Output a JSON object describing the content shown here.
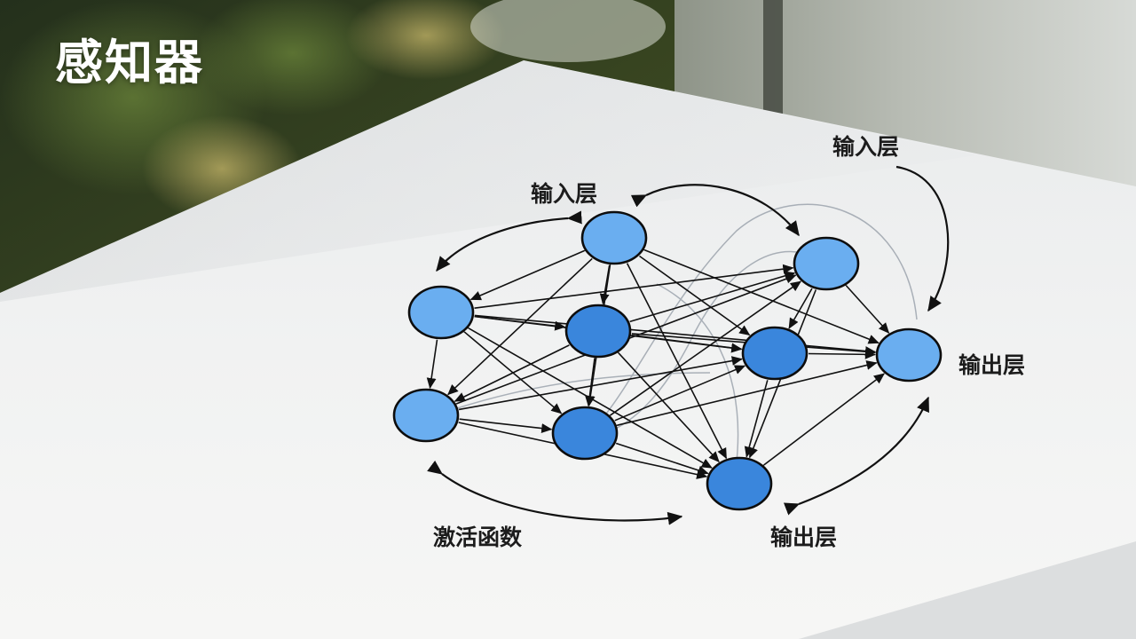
{
  "title": "感知器",
  "diagram": {
    "labels": {
      "input_top_left": "输入层",
      "input_top_right": "输入层",
      "output_right": "输出层",
      "output_bottom": "输出层",
      "activation": "激活函数"
    },
    "colors": {
      "node_light": "#6aaef0",
      "node_dark": "#3a86dc",
      "node_stroke": "#0d0d0d",
      "edge": "#111111"
    },
    "nodes": [
      "n1",
      "n2",
      "n3",
      "n4",
      "n5",
      "n6",
      "n7",
      "n8",
      "n9"
    ],
    "edges": [
      [
        "n1",
        "n2"
      ],
      [
        "n1",
        "n3"
      ],
      [
        "n1",
        "n4"
      ],
      [
        "n1",
        "n5"
      ],
      [
        "n1",
        "n7"
      ],
      [
        "n1",
        "n8"
      ],
      [
        "n1",
        "n9"
      ],
      [
        "n2",
        "n3"
      ],
      [
        "n2",
        "n4"
      ],
      [
        "n2",
        "n5"
      ],
      [
        "n2",
        "n6"
      ],
      [
        "n2",
        "n7"
      ],
      [
        "n2",
        "n8"
      ],
      [
        "n2",
        "n9"
      ],
      [
        "n3",
        "n4"
      ],
      [
        "n3",
        "n5"
      ],
      [
        "n3",
        "n6"
      ],
      [
        "n3",
        "n7"
      ],
      [
        "n3",
        "n8"
      ],
      [
        "n3",
        "n9"
      ],
      [
        "n4",
        "n5"
      ],
      [
        "n4",
        "n6"
      ],
      [
        "n4",
        "n7"
      ],
      [
        "n4",
        "n8"
      ],
      [
        "n5",
        "n6"
      ],
      [
        "n5",
        "n7"
      ],
      [
        "n5",
        "n8"
      ],
      [
        "n5",
        "n9"
      ],
      [
        "n6",
        "n7"
      ],
      [
        "n6",
        "n8"
      ],
      [
        "n6",
        "n9"
      ],
      [
        "n7",
        "n8"
      ],
      [
        "n7",
        "n9"
      ],
      [
        "n8",
        "n9"
      ]
    ]
  }
}
